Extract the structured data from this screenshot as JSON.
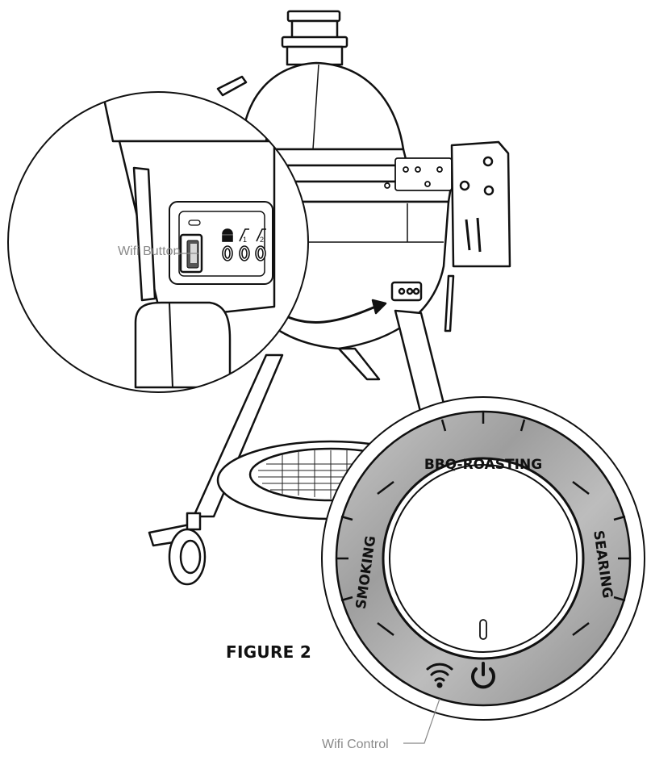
{
  "figure": {
    "label": "FIGURE 2"
  },
  "callouts": {
    "wifi_button": "Wifi Button",
    "wifi_control": "Wifi Control"
  },
  "dial": {
    "zones": {
      "left": "SMOKING",
      "top": "BBQ-ROASTING",
      "right": "SEARING"
    },
    "icons": [
      "wifi-icon",
      "power-icon"
    ]
  },
  "control_panel": {
    "probe_1": "1",
    "probe_2": "2"
  }
}
